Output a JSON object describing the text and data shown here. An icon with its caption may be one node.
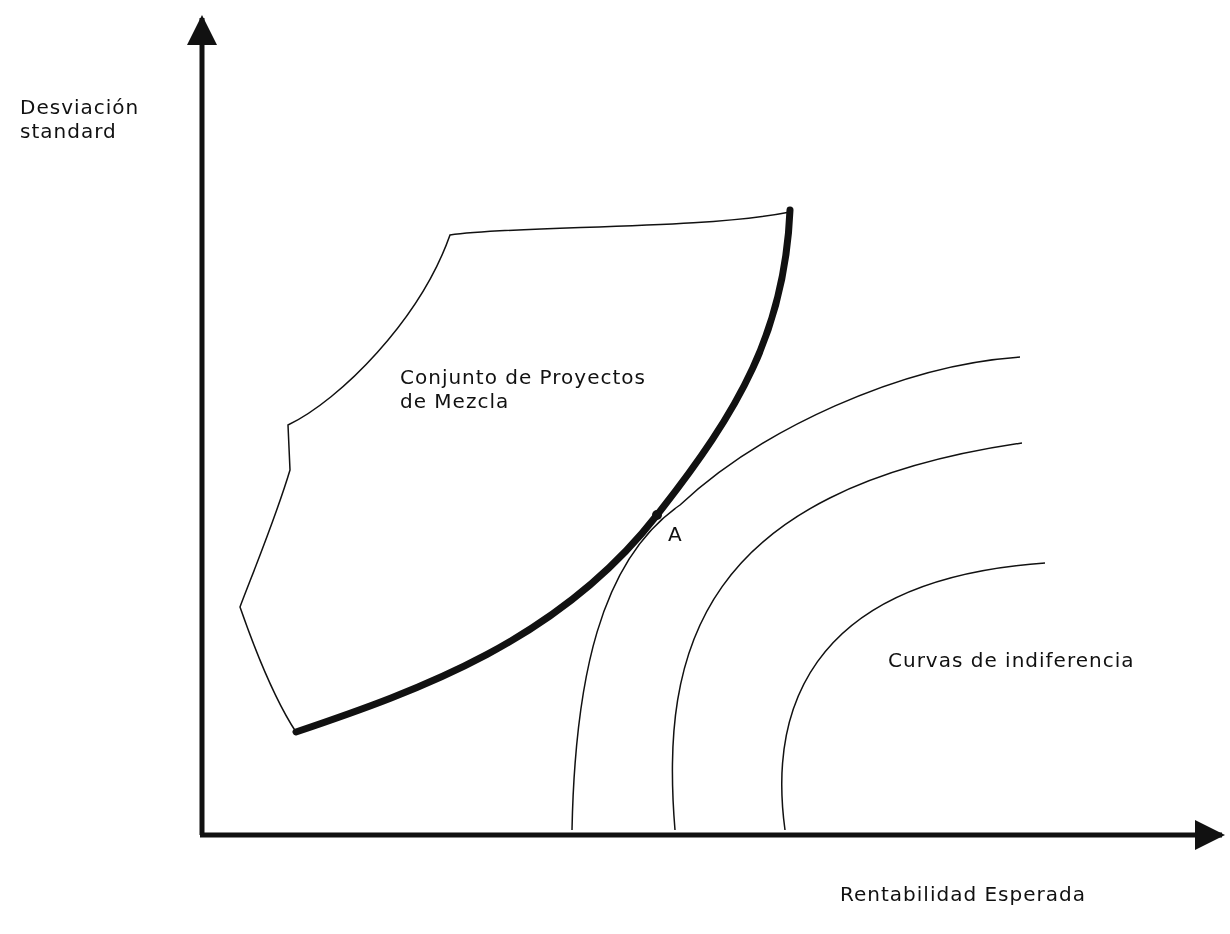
{
  "diagram": {
    "labels": [
      "Desviación standard",
      "Conjunto de Proyectos de Mezcla",
      "A",
      "Curvas de indiferencia",
      "Rentabilidad Esperada"
    ]
  }
}
